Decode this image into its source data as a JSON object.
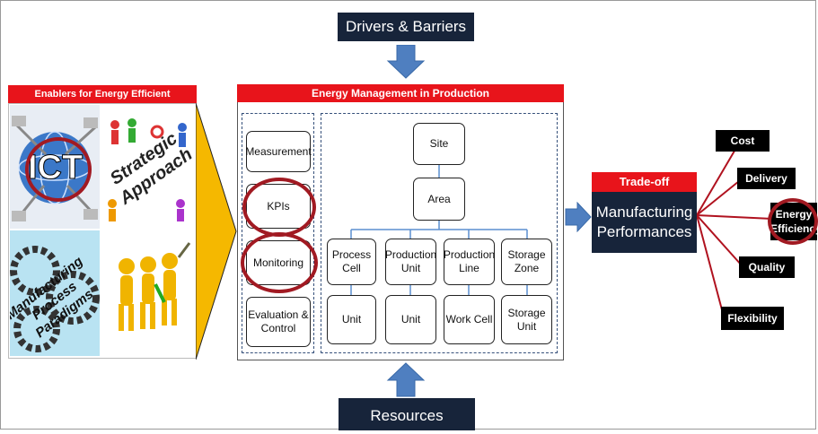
{
  "top_label": "Drivers & Barriers",
  "bottom_label": "Resources",
  "enablers": {
    "title": "Enablers for Energy Efficient Manufacturing",
    "tile_ict": "ICT",
    "tile_strategic": "Strategic Approach",
    "tile_paradigms": "Manufacturing Process Paradigms"
  },
  "energy_mgmt": {
    "title": "Energy Management in Production",
    "metrics": [
      "Measurement",
      "KPIs",
      "Monitoring",
      "Evaluation & Control"
    ],
    "site": "Site",
    "area": "Area",
    "level3": [
      "Process Cell",
      "Production Unit",
      "Production Line",
      "Storage Zone"
    ],
    "level4": [
      "Unit",
      "Unit",
      "Work Cell",
      "Storage Unit"
    ]
  },
  "tradeoff": {
    "title": "Trade-off",
    "body": "Manufacturing Performances"
  },
  "outcomes": [
    "Cost",
    "Delivery",
    "Energy Efficiency",
    "Quality",
    "Flexibility"
  ],
  "colors": {
    "navy": "#17243a",
    "red": "#e8141b",
    "arrow_blue": "#4f7fc0",
    "gold": "#f5b800",
    "circle": "#a11a22"
  }
}
